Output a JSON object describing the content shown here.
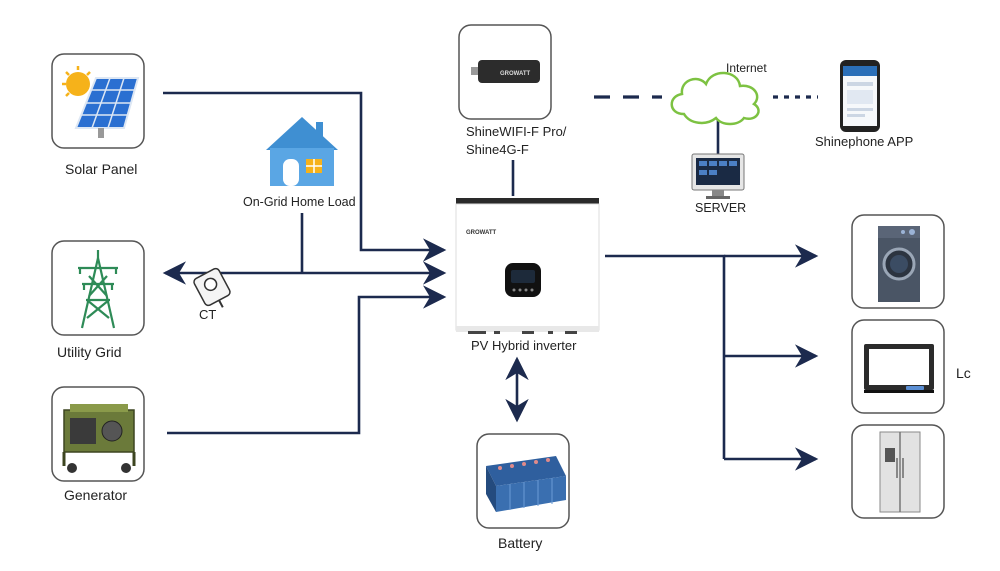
{
  "components": {
    "solar_panel": {
      "label": "Solar Panel",
      "icon": "solar-panel-icon"
    },
    "home_load": {
      "label": "On-Grid Home Load",
      "icon": "house-icon"
    },
    "utility_grid": {
      "label": "Utility Grid",
      "icon": "transmission-tower-icon"
    },
    "ct": {
      "label": "CT",
      "icon": "current-transformer-icon"
    },
    "generator": {
      "label": "Generator",
      "icon": "generator-icon"
    },
    "wifi_dongle": {
      "label_line1": "ShineWIFI-F Pro/",
      "label_line2": "Shine4G-F",
      "icon": "wifi-dongle-icon",
      "brand": "GROWATT"
    },
    "inverter": {
      "label": "PV Hybrid inverter",
      "icon": "hybrid-inverter-icon",
      "brand": "GROWATT"
    },
    "internet": {
      "label": "Internet",
      "icon": "cloud-icon"
    },
    "phone_app": {
      "label": "Shinephone APP",
      "icon": "smartphone-icon"
    },
    "server": {
      "label": "SERVER",
      "icon": "server-monitor-icon"
    },
    "battery": {
      "label": "Battery",
      "icon": "battery-pack-icon"
    },
    "loads": {
      "label": "Lc",
      "items": [
        "washing-machine-icon",
        "television-icon",
        "refrigerator-icon"
      ]
    }
  },
  "colors": {
    "line": "#1c2a4e",
    "box_border": "#555555",
    "cloud": "#7dc242",
    "house_blue": "#3f8fd2",
    "tower_green": "#2e8b57",
    "battery_blue": "#3a6fb0"
  }
}
